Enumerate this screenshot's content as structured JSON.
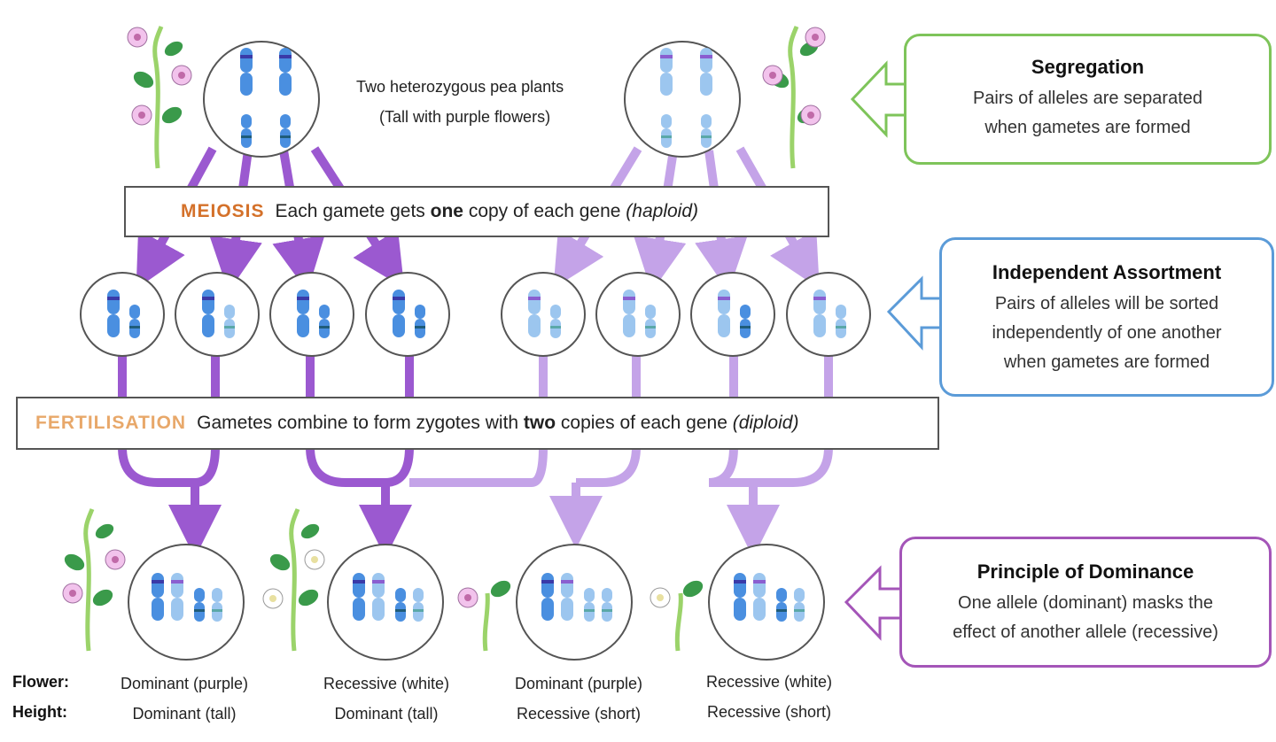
{
  "parents_caption": {
    "line1": "Two heterozygous pea plants",
    "line2": "(Tall with purple flowers)"
  },
  "meiosis": {
    "keyword": "MEIOSIS",
    "text_a": "Each gamete gets ",
    "bold": "one",
    "text_b": " copy of each gene ",
    "italic": "(haploid)"
  },
  "fertilisation": {
    "keyword": "FERTILISATION",
    "text_a": "Gametes combine to form zygotes with ",
    "bold": "two",
    "text_b": " copies of each gene ",
    "italic": "(diploid)"
  },
  "callouts": {
    "segregation": {
      "title": "Segregation",
      "line1": "Pairs of alleles are separated",
      "line2": "when gametes are formed"
    },
    "independent": {
      "title": "Independent Assortment",
      "line1": "Pairs of alleles will be sorted",
      "line2": "independently of one another",
      "line3": "when gametes are formed"
    },
    "dominance": {
      "title": "Principle of Dominance",
      "line1": "One allele (dominant) masks the",
      "line2": "effect of another allele (recessive)"
    }
  },
  "row_labels": {
    "flower": "Flower:",
    "height": "Height:"
  },
  "offspring": [
    {
      "flower": "Dominant (purple)",
      "height": "Dominant (tall)"
    },
    {
      "flower": "Recessive (white)",
      "height": "Dominant (tall)"
    },
    {
      "flower": "Dominant (purple)",
      "height": "Recessive (short)"
    },
    {
      "flower": "Recessive (white)",
      "height": "Recessive (short)"
    }
  ],
  "colors": {
    "dark_purple": "#9b59d0",
    "light_purple": "#c4a3e8",
    "meiosis_orange": "#d4712a",
    "fertilisation_orange": "#e8a86a",
    "green_border": "#7ec45a",
    "blue_border": "#5b9bd8",
    "purple_border": "#a455b8"
  }
}
